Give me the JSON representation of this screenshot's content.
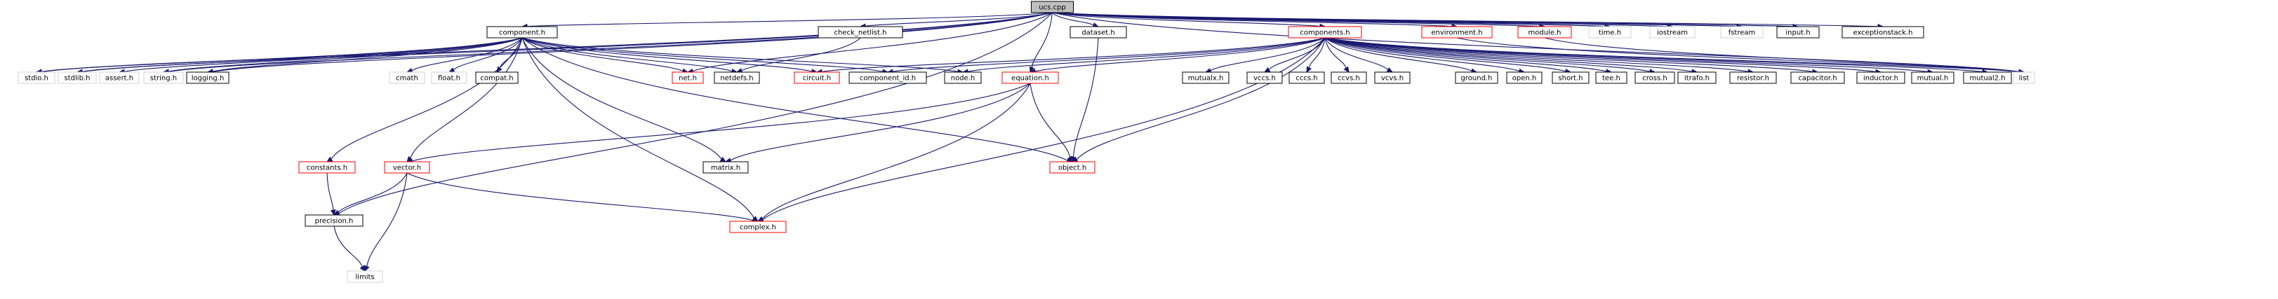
{
  "graph": {
    "colors": {
      "edge": "#191970",
      "root_fill": "#bfbfbf",
      "border_default": "#000000",
      "border_red": "#ff0000",
      "border_gray": "#d3d3d3",
      "node_fill": "#ffffff"
    },
    "nodes": [
      {
        "id": "ucs_cpp",
        "label": "ucs.cpp",
        "style": "root"
      },
      {
        "id": "component_h",
        "label": "component.h",
        "style": "black"
      },
      {
        "id": "check_netlist_h",
        "label": "check_netlist.h",
        "style": "black"
      },
      {
        "id": "dataset_h",
        "label": "dataset.h",
        "style": "black"
      },
      {
        "id": "components_h",
        "label": "components.h",
        "style": "red"
      },
      {
        "id": "environment_h",
        "label": "environment.h",
        "style": "red"
      },
      {
        "id": "module_h",
        "label": "module.h",
        "style": "red"
      },
      {
        "id": "time_h",
        "label": "time.h",
        "style": "gray"
      },
      {
        "id": "iostream",
        "label": "iostream",
        "style": "gray"
      },
      {
        "id": "fstream",
        "label": "fstream",
        "style": "gray"
      },
      {
        "id": "input_h",
        "label": "input.h",
        "style": "black"
      },
      {
        "id": "exceptionstack_h",
        "label": "exceptionstack.h",
        "style": "black"
      },
      {
        "id": "stdio_h",
        "label": "stdio.h",
        "style": "gray"
      },
      {
        "id": "stdlib_h",
        "label": "stdlib.h",
        "style": "gray"
      },
      {
        "id": "assert_h",
        "label": "assert.h",
        "style": "gray"
      },
      {
        "id": "string_h",
        "label": "string.h",
        "style": "gray"
      },
      {
        "id": "logging_h",
        "label": "logging.h",
        "style": "black"
      },
      {
        "id": "cmath",
        "label": "cmath",
        "style": "gray"
      },
      {
        "id": "float_h",
        "label": "float.h",
        "style": "gray"
      },
      {
        "id": "compat_h",
        "label": "compat.h",
        "style": "black"
      },
      {
        "id": "net_h",
        "label": "net.h",
        "style": "red"
      },
      {
        "id": "netdefs_h",
        "label": "netdefs.h",
        "style": "black"
      },
      {
        "id": "circuit_h",
        "label": "circuit.h",
        "style": "red"
      },
      {
        "id": "component_id_h",
        "label": "component_id.h",
        "style": "black"
      },
      {
        "id": "node_h",
        "label": "node.h",
        "style": "black"
      },
      {
        "id": "equation_h",
        "label": "equation.h",
        "style": "red"
      },
      {
        "id": "mutualx_h",
        "label": "mutualx.h",
        "style": "black"
      },
      {
        "id": "vccs_h",
        "label": "vccs.h",
        "style": "black"
      },
      {
        "id": "cccs_h",
        "label": "cccs.h",
        "style": "black"
      },
      {
        "id": "ccvs_h",
        "label": "ccvs.h",
        "style": "black"
      },
      {
        "id": "vcvs_h",
        "label": "vcvs.h",
        "style": "black"
      },
      {
        "id": "ground_h",
        "label": "ground.h",
        "style": "black"
      },
      {
        "id": "open_h",
        "label": "open.h",
        "style": "black"
      },
      {
        "id": "short_h",
        "label": "short.h",
        "style": "black"
      },
      {
        "id": "tee_h",
        "label": "tee.h",
        "style": "black"
      },
      {
        "id": "cross_h",
        "label": "cross.h",
        "style": "black"
      },
      {
        "id": "itrafo_h",
        "label": "itrafo.h",
        "style": "black"
      },
      {
        "id": "resistor_h",
        "label": "resistor.h",
        "style": "black"
      },
      {
        "id": "capacitor_h",
        "label": "capacitor.h",
        "style": "black"
      },
      {
        "id": "inductor_h",
        "label": "inductor.h",
        "style": "black"
      },
      {
        "id": "mutual_h",
        "label": "mutual.h",
        "style": "black"
      },
      {
        "id": "mutual2_h",
        "label": "mutual2.h",
        "style": "black"
      },
      {
        "id": "list",
        "label": "list",
        "style": "gray"
      },
      {
        "id": "constants_h",
        "label": "constants.h",
        "style": "red"
      },
      {
        "id": "vector_h",
        "label": "vector.h",
        "style": "red"
      },
      {
        "id": "matrix_h",
        "label": "matrix.h",
        "style": "black"
      },
      {
        "id": "object_h",
        "label": "object.h",
        "style": "red"
      },
      {
        "id": "precision_h",
        "label": "precision.h",
        "style": "black"
      },
      {
        "id": "complex_h",
        "label": "complex.h",
        "style": "red"
      },
      {
        "id": "limits",
        "label": "limits",
        "style": "gray"
      }
    ],
    "edges": [
      [
        "ucs_cpp",
        "component_h"
      ],
      [
        "ucs_cpp",
        "check_netlist_h"
      ],
      [
        "ucs_cpp",
        "dataset_h"
      ],
      [
        "ucs_cpp",
        "components_h"
      ],
      [
        "ucs_cpp",
        "environment_h"
      ],
      [
        "ucs_cpp",
        "module_h"
      ],
      [
        "ucs_cpp",
        "time_h"
      ],
      [
        "ucs_cpp",
        "iostream"
      ],
      [
        "ucs_cpp",
        "fstream"
      ],
      [
        "ucs_cpp",
        "input_h"
      ],
      [
        "ucs_cpp",
        "exceptionstack_h"
      ],
      [
        "ucs_cpp",
        "stdio_h"
      ],
      [
        "ucs_cpp",
        "stdlib_h"
      ],
      [
        "ucs_cpp",
        "string_h"
      ],
      [
        "ucs_cpp",
        "logging_h"
      ],
      [
        "ucs_cpp",
        "net_h"
      ],
      [
        "ucs_cpp",
        "equation_h"
      ],
      [
        "ucs_cpp",
        "list"
      ],
      [
        "ucs_cpp",
        "precision_h"
      ],
      [
        "component_h",
        "stdio_h"
      ],
      [
        "component_h",
        "stdlib_h"
      ],
      [
        "component_h",
        "assert_h"
      ],
      [
        "component_h",
        "string_h"
      ],
      [
        "component_h",
        "logging_h"
      ],
      [
        "component_h",
        "cmath"
      ],
      [
        "component_h",
        "float_h"
      ],
      [
        "component_h",
        "compat_h"
      ],
      [
        "component_h",
        "net_h"
      ],
      [
        "component_h",
        "netdefs_h"
      ],
      [
        "component_h",
        "circuit_h"
      ],
      [
        "component_h",
        "component_id_h"
      ],
      [
        "component_h",
        "node_h"
      ],
      [
        "component_h",
        "constants_h"
      ],
      [
        "component_h",
        "vector_h"
      ],
      [
        "component_h",
        "matrix_h"
      ],
      [
        "component_h",
        "object_h"
      ],
      [
        "component_h",
        "complex_h"
      ],
      [
        "check_netlist_h",
        "netdefs_h"
      ],
      [
        "dataset_h",
        "object_h"
      ],
      [
        "components_h",
        "mutualx_h"
      ],
      [
        "components_h",
        "vccs_h"
      ],
      [
        "components_h",
        "cccs_h"
      ],
      [
        "components_h",
        "ccvs_h"
      ],
      [
        "components_h",
        "vcvs_h"
      ],
      [
        "components_h",
        "ground_h"
      ],
      [
        "components_h",
        "open_h"
      ],
      [
        "components_h",
        "short_h"
      ],
      [
        "components_h",
        "tee_h"
      ],
      [
        "components_h",
        "cross_h"
      ],
      [
        "components_h",
        "itrafo_h"
      ],
      [
        "components_h",
        "resistor_h"
      ],
      [
        "components_h",
        "capacitor_h"
      ],
      [
        "components_h",
        "inductor_h"
      ],
      [
        "components_h",
        "mutual_h"
      ],
      [
        "components_h",
        "mutual2_h"
      ],
      [
        "components_h",
        "circuit_h"
      ],
      [
        "components_h",
        "component_id_h"
      ],
      [
        "components_h",
        "node_h"
      ],
      [
        "components_h",
        "equation_h"
      ],
      [
        "components_h",
        "object_h"
      ],
      [
        "components_h",
        "complex_h"
      ],
      [
        "components_h",
        "list"
      ],
      [
        "environment_h",
        "list"
      ],
      [
        "module_h",
        "list"
      ],
      [
        "equation_h",
        "vector_h"
      ],
      [
        "equation_h",
        "matrix_h"
      ],
      [
        "equation_h",
        "object_h"
      ],
      [
        "equation_h",
        "complex_h"
      ],
      [
        "constants_h",
        "precision_h"
      ],
      [
        "vector_h",
        "precision_h"
      ],
      [
        "vector_h",
        "complex_h"
      ],
      [
        "vector_h",
        "limits"
      ],
      [
        "precision_h",
        "limits"
      ]
    ]
  }
}
